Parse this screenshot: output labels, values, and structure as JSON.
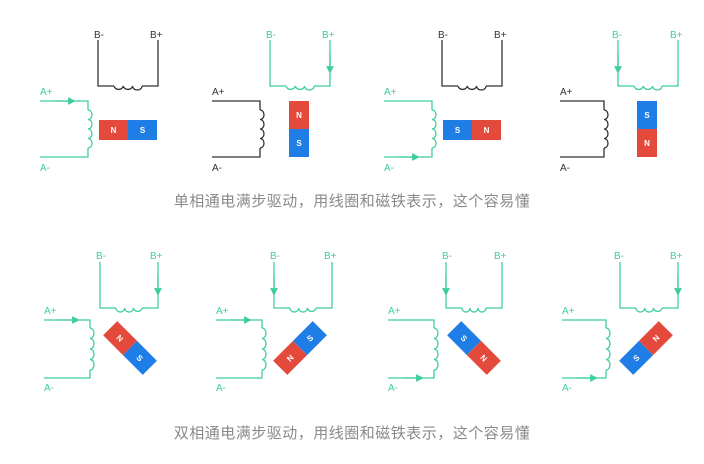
{
  "labels": {
    "a_plus": "A+",
    "a_minus": "A-",
    "b_plus": "B+",
    "b_minus": "B-",
    "north": "N",
    "south": "S"
  },
  "captions": {
    "single": "单相通电满步驱动，用线圈和磁铁表示，这个容易懂",
    "double": "双相通电满步驱动，用线圈和磁铁表示，这个容易懂"
  },
  "colors": {
    "active": "#3ecf9a",
    "inactive": "#333333",
    "north": "#e34a3b",
    "south": "#1f7de6",
    "caption": "#8a8a8a"
  },
  "steps_row1": [
    {
      "a_on": true,
      "a_dir": "in",
      "b_on": false,
      "b_dir": "",
      "magnet": "N-S horizontal"
    },
    {
      "a_on": false,
      "a_dir": "",
      "b_on": true,
      "b_dir": "out",
      "magnet": "S-N vertical"
    },
    {
      "a_on": true,
      "a_dir": "out",
      "b_on": false,
      "b_dir": "",
      "magnet": "S-N horizontal"
    },
    {
      "a_on": false,
      "a_dir": "",
      "b_on": true,
      "b_dir": "in",
      "magnet": "N-S vertical"
    }
  ],
  "steps_row2": [
    {
      "a_on": true,
      "a_dir": "in",
      "b_on": true,
      "b_dir": "out",
      "magnet": "diagonal"
    },
    {
      "a_on": true,
      "a_dir": "in",
      "b_on": true,
      "b_dir": "in",
      "magnet": "diagonal"
    },
    {
      "a_on": true,
      "a_dir": "out",
      "b_on": true,
      "b_dir": "in",
      "magnet": "diagonal"
    },
    {
      "a_on": true,
      "a_dir": "out",
      "b_on": true,
      "b_dir": "out",
      "magnet": "diagonal"
    }
  ]
}
